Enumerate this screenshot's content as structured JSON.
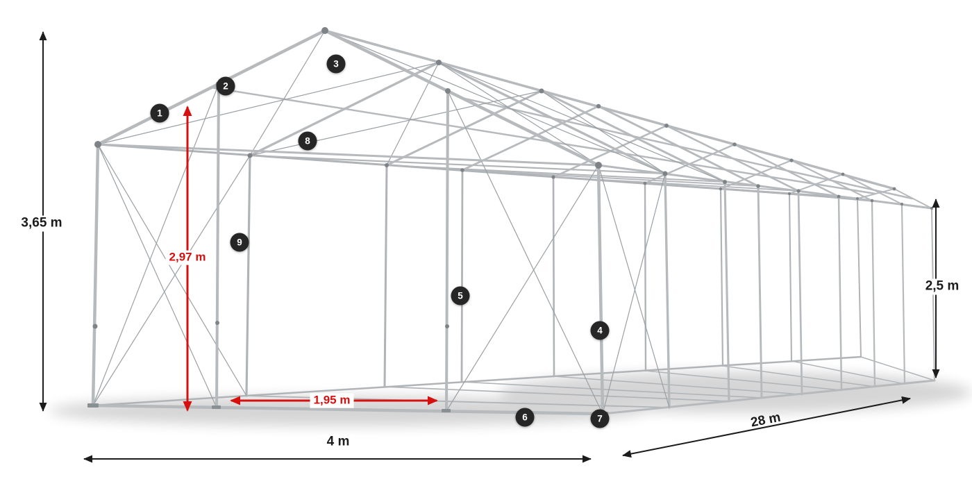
{
  "diagram": {
    "type": "tent-frame-construction",
    "colors": {
      "accent_red": "#d60f0f",
      "badge_bg": "#262626",
      "tube_gray": "#b6babd",
      "dimension_black": "#1c1c1c"
    },
    "dimensions": {
      "total_height": {
        "label": "3,65 m"
      },
      "entrance_height": {
        "label": "2,97 m"
      },
      "entrance_width": {
        "label": "1,95 m"
      },
      "width": {
        "label": "4 m"
      },
      "length": {
        "label": "28 m"
      },
      "side_height": {
        "label": "2,5 m"
      }
    },
    "markers": [
      {
        "label": "1"
      },
      {
        "label": "2"
      },
      {
        "label": "3"
      },
      {
        "label": "4"
      },
      {
        "label": "5"
      },
      {
        "label": "6"
      },
      {
        "label": "7"
      },
      {
        "label": "8"
      },
      {
        "label": "9"
      }
    ]
  }
}
